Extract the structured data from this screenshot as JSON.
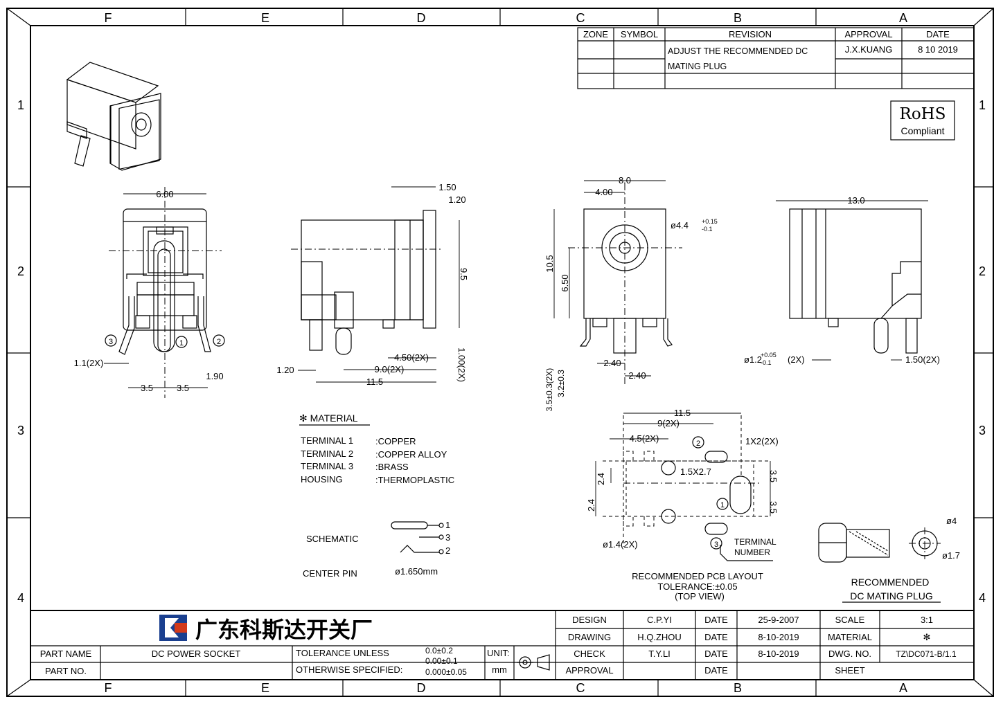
{
  "frame": {
    "columns": [
      "F",
      "E",
      "D",
      "C",
      "B",
      "A"
    ],
    "rows": [
      "1",
      "2",
      "3",
      "4"
    ]
  },
  "revision": {
    "headers": {
      "zone": "ZONE",
      "symbol": "SYMBOL",
      "revision": "REVISION",
      "approval": "APPROVAL",
      "date": "DATE"
    },
    "row1": {
      "text1": "ADJUST THE RECOMMENDED DC",
      "text2": "MATING PLUG",
      "approval": "J.X.KUANG",
      "date": "8 10 2019"
    }
  },
  "rohs": {
    "line1": "RoHS",
    "line2": "Compliant"
  },
  "front_view": {
    "top_width": "6.00",
    "lead_width": "1.1(2X)",
    "pin_pitch_left": "3.5",
    "pin_pitch_right": "3.5",
    "lead_offset": "1.90",
    "terminal_labels": [
      "1",
      "2",
      "3"
    ]
  },
  "side_view": {
    "top1": "1.50",
    "top2": "1.20",
    "height": "9.5",
    "lead_dia": "1.20",
    "pitch_a": "4.50(2X)",
    "pitch_b": "9.0(2X)",
    "length": "11.5",
    "lead_len": "1.00(2X)"
  },
  "end_view": {
    "width": "8.0",
    "half": "4.00",
    "hole": "ø4.4",
    "hole_tol_plus": "+0.15",
    "hole_tol_minus": "-0.1",
    "height": "10.5",
    "center": "6.50",
    "pin_x1": "2.40",
    "pin_x2": "2.40",
    "lead_v1": "3.5±0.3(2X)",
    "lead_v2": "3.2±0.3"
  },
  "back_view": {
    "length": "13.0",
    "pin_dia": "ø1.2",
    "pin_tol_plus": "+0.05",
    "pin_tol_minus": "-0.1",
    "pin_dia_suffix": "(2X)",
    "pin_width": "1.50(2X)"
  },
  "material": {
    "title": "✻ MATERIAL",
    "items": [
      {
        "name": "TERMINAL 1",
        "value": ":COPPER"
      },
      {
        "name": "TERMINAL 2",
        "value": ":COPPER ALLOY"
      },
      {
        "name": "TERMINAL 3",
        "value": ":BRASS"
      },
      {
        "name": "HOUSING",
        "value": ":THERMOPLASTIC"
      }
    ],
    "schematic_label": "SCHEMATIC",
    "schematic_pins": [
      "1",
      "3",
      "2"
    ],
    "center_pin_label": "CENTER PIN",
    "center_pin_value": "ø1.650mm"
  },
  "pcb_layout": {
    "overall": "11.5",
    "pitch9": "9(2X)",
    "pitch45": "4.5(2X)",
    "slot": "1X2(2X)",
    "oval": "1.5X2.7",
    "v24a": "2.4",
    "v24b": "2.4",
    "v35a": "3.5",
    "v35b": "3.5",
    "hole": "ø1.4(2X)",
    "terminal_note1": "TERMINAL",
    "terminal_note2": "NUMBER",
    "labels": [
      "1",
      "2",
      "3"
    ],
    "caption1": "RECOMMENDED PCB LAYOUT",
    "caption2": "TOLERANCE:±0.05",
    "caption3": "(TOP VIEW)"
  },
  "mating_plug": {
    "d_outer": "ø4",
    "d_inner": "ø1.7",
    "caption1": "RECOMMENDED",
    "caption2": "DC MATING PLUG"
  },
  "title_block": {
    "company": "广东科斯达开关厂",
    "part_name_label": "PART NAME",
    "part_name": "DC POWER SOCKET",
    "part_no_label": "PART NO.",
    "part_no": "",
    "tolerance1": "TOLERANCE UNLESS",
    "tolerance2": "OTHERWISE SPECIFIED:",
    "tol_a": "0.0±0.2",
    "tol_b": "0.00±0.1",
    "tol_c": "0.000±0.05",
    "unit_label": "UNIT:",
    "unit": "mm",
    "design_label": "DESIGN",
    "design": "C.P.YI",
    "design_date_label": "DATE",
    "design_date": "25-9-2007",
    "drawing_label": "DRAWING",
    "drawing": "H.Q.ZHOU",
    "drawing_date_label": "DATE",
    "drawing_date": "8-10-2019",
    "check_label": "CHECK",
    "check": "T.Y.LI",
    "check_date_label": "DATE",
    "check_date": "8-10-2019",
    "approval_label": "APPROVAL",
    "approval": "",
    "approval_date_label": "DATE",
    "approval_date": "",
    "scale_label": "SCALE",
    "scale": "3:1",
    "material_label": "MATERIAL",
    "material": "✻",
    "dwg_label": "DWG. NO.",
    "dwg": "TZ\\DC071-B/1.1",
    "sheet_label": "SHEET",
    "sheet": ""
  }
}
